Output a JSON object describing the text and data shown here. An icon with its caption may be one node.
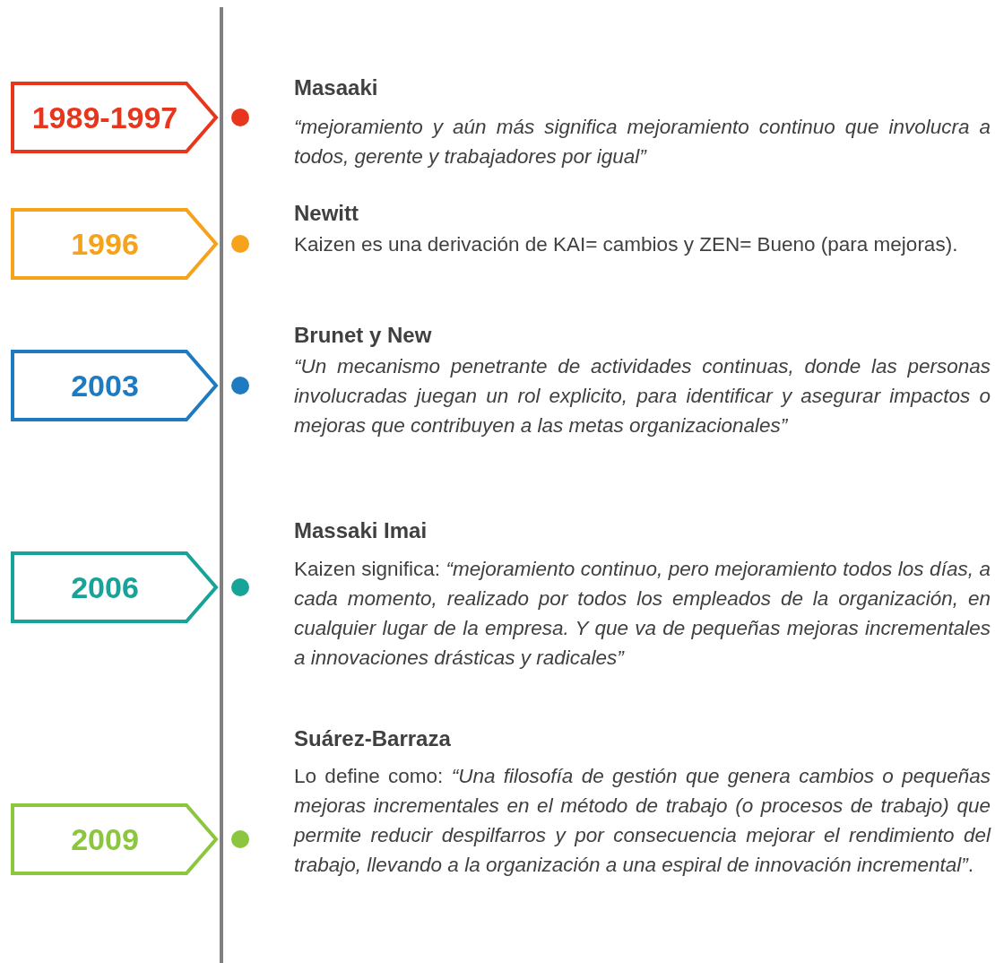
{
  "diagram": {
    "nodes": [
      {
        "text": [
          "1989-1997"
        ]
      },
      {
        "text": [
          "1996"
        ]
      },
      {
        "text": [
          "2003"
        ]
      },
      {
        "text": [
          "2006"
        ]
      },
      {
        "text": [
          "2009"
        ]
      }
    ],
    "labels": [
      "Masaaki",
      "“mejoramiento y aún más significa mejoramiento continuo que involucra a todos, gerente y trabajadores por igual”",
      "Newitt",
      "Kaizen es una derivación de KAI= cambios y ZEN= Bueno (para mejoras).",
      "Brunet y New",
      "“Un mecanismo penetrante de actividades continuas, donde las personas involucradas juegan un rol explicito, para identificar y asegurar impactos o mejoras que contribuyen a las metas organizacionales”",
      "Massaki Imai",
      "Kaizen significa: *“mejoramiento continuo, pero mejoramiento todos los días, a cada momento, realizado por todos los empleados de la organización, en cualquier lugar de la empresa. Y que va de pequeñas mejoras incrementales a innovaciones drásticas y radicales”*",
      "Suárez-Barraza",
      "Lo define como: *“Una filosofía de gestión que genera cambios o pequeñas mejoras incrementales en el método de trabajo (o procesos de trabajo) que permite reducir despilfarros y por consecuencia mejorar el rendimiento del trabajo, llevando a la organización a una espiral de innovación incremental”*."
    ]
  }
}
